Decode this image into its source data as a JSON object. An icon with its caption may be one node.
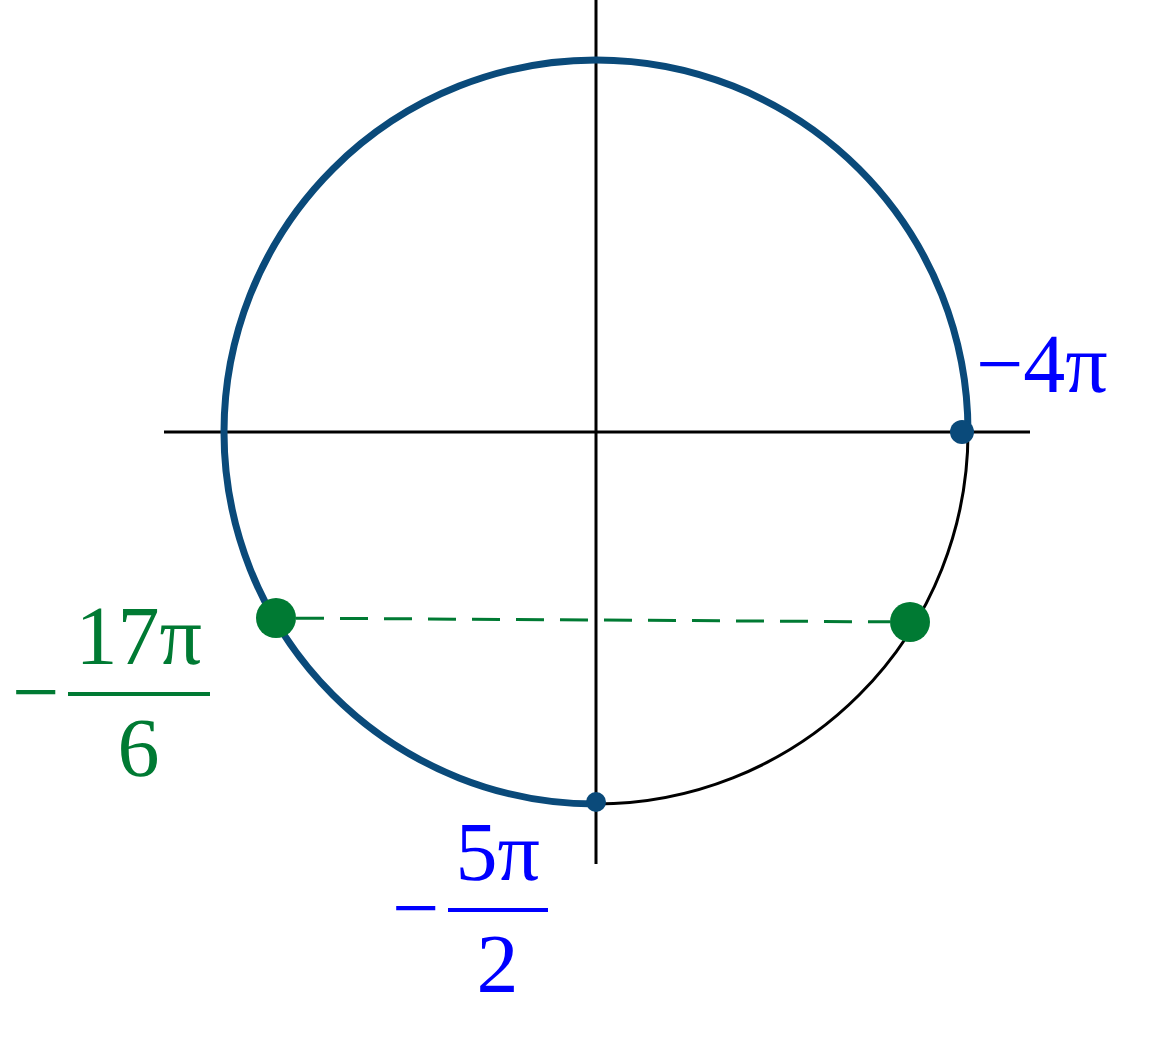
{
  "diagram": {
    "nodes": [
      {
        "text": [],
        "shape": "circle",
        "beside": [
          "−4π"
        ]
      },
      {
        "text": [],
        "shape": "circle",
        "beside": [
          "−",
          "17π",
          "6"
        ]
      },
      {
        "text": [],
        "shape": "circle"
      },
      {
        "text": [],
        "shape": "circle",
        "beside": [
          "−",
          "5π",
          "2"
        ]
      }
    ],
    "edges": [
      {
        "from": 1,
        "to": 2,
        "arrow": "none",
        "style": "dashed",
        "color": "#007a33"
      }
    ]
  }
}
